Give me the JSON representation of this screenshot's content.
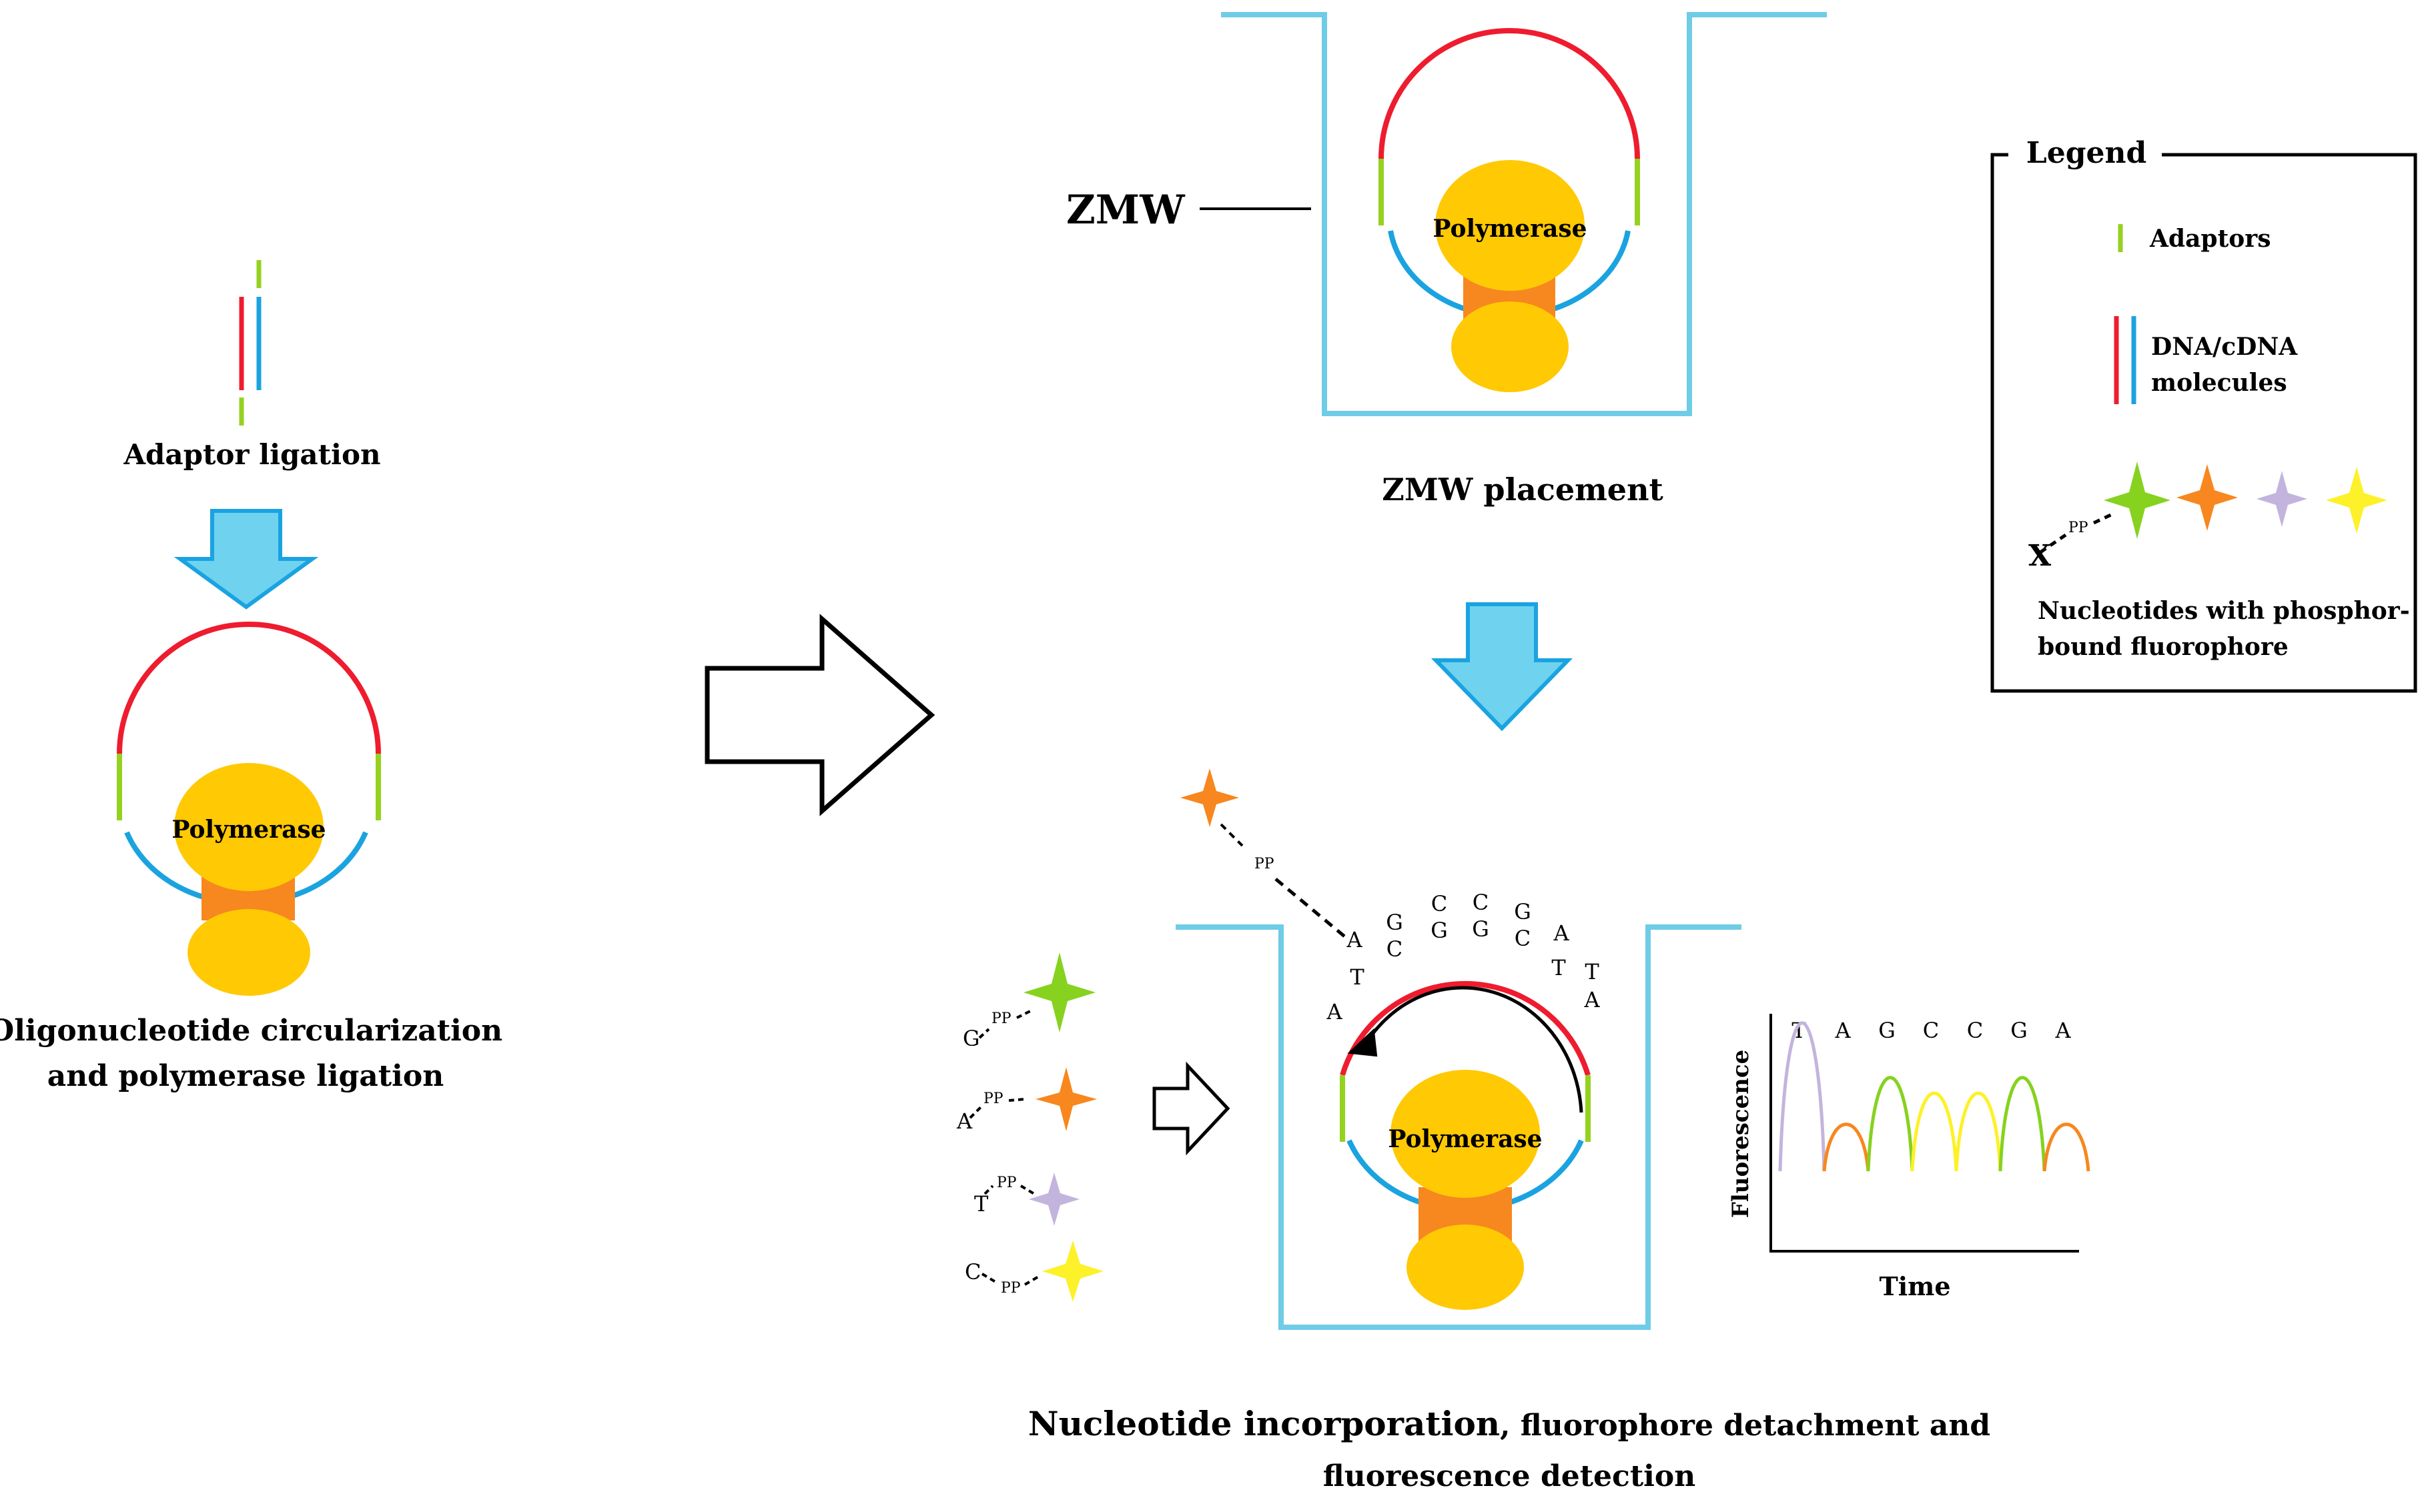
{
  "colors": {
    "red": "#ee1c2e",
    "blue": "#1aa3e0",
    "green": "#95d11f",
    "polymerase": "#ffc904",
    "polymerase_stem": "#f6881f",
    "zmw": "#6ecce6",
    "block_arrow": "#6fd2ef",
    "block_arrow_stroke": "#1aa3e0",
    "nuc_green": "#86d21f",
    "nuc_orange": "#f7871e",
    "nuc_lilac": "#c3b4dd",
    "nuc_yellow": "#fdf12a"
  },
  "steps": {
    "adaptor_ligation": "Adaptor ligation",
    "circularization_line1": "Oligonucleotide circularization",
    "circularization_line2": "and polymerase ligation",
    "zmw_placement": "ZMW placement",
    "incorporation_line1_bold": "Nucleotide incorporation",
    "incorporation_line1_rest": ", fluorophore detachment and",
    "incorporation_line2": "fluorescence detection"
  },
  "labels": {
    "polymerase": "Polymerase",
    "zmw": "ZMW",
    "pp": "PP"
  },
  "legend": {
    "title": "Legend",
    "adaptors": "Adaptors",
    "dna_line1": "DNA/cDNA",
    "dna_line2": "molecules",
    "nucleotides_line1": "Nucleotides with phosphor-",
    "nucleotides_line2": "bound fluorophore",
    "x_label": "X",
    "pp": "PP"
  },
  "free_nucleotides": [
    {
      "base": "G",
      "color": "nuc_green"
    },
    {
      "base": "A",
      "color": "nuc_orange"
    },
    {
      "base": "T",
      "color": "nuc_lilac"
    },
    {
      "base": "C",
      "color": "nuc_yellow"
    }
  ],
  "incoming_nucleotide": {
    "color": "nuc_orange",
    "pp": "PP"
  },
  "strand_letters": {
    "left_column": [
      "A",
      "T",
      "A"
    ],
    "arc": [
      "G",
      "C",
      "C",
      "G",
      "C",
      "G",
      "G",
      "C",
      "A",
      "T"
    ],
    "right_column": [
      "T",
      "A"
    ]
  },
  "chart_data": {
    "type": "line",
    "title": "",
    "xlabel": "Time",
    "ylabel": "Fluorescence",
    "categories": [
      "T",
      "A",
      "G",
      "C",
      "C",
      "G",
      "A"
    ],
    "series": [
      {
        "base": "T",
        "color": "nuc_lilac",
        "values": [
          0.0,
          0.95,
          0.0
        ]
      },
      {
        "base": "A",
        "color": "nuc_orange",
        "values": [
          0.0,
          0.3,
          0.0
        ]
      },
      {
        "base": "G",
        "color": "nuc_green",
        "values": [
          0.0,
          0.6,
          0.0
        ]
      },
      {
        "base": "C",
        "color": "nuc_yellow",
        "values": [
          0.0,
          0.5,
          0.0
        ]
      },
      {
        "base": "C",
        "color": "nuc_yellow",
        "values": [
          0.0,
          0.5,
          0.0
        ]
      },
      {
        "base": "G",
        "color": "nuc_green",
        "values": [
          0.0,
          0.6,
          0.0
        ]
      },
      {
        "base": "A",
        "color": "nuc_orange",
        "values": [
          0.0,
          0.3,
          0.0
        ]
      }
    ]
  }
}
